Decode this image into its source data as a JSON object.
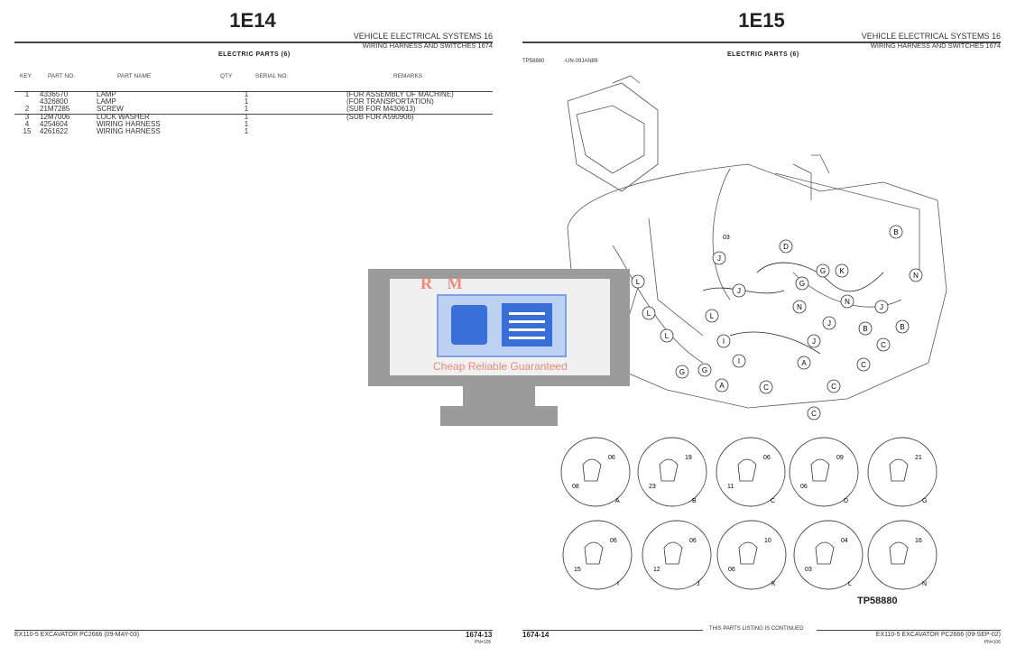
{
  "left_page": {
    "title": "1E14",
    "header_line1": "VEHICLE ELECTRICAL SYSTEMS   16",
    "header_line2": "WIRING HARNESS AND SWITCHES  1674",
    "section_title": "ELECTRIC PARTS (6)",
    "columns": [
      "KEY",
      "PART NO.",
      "PART NAME",
      "QTY",
      "SERIAL NO.",
      "REMARKS"
    ],
    "rows": [
      {
        "key": "1",
        "part_no": "4336570",
        "name": "LAMP",
        "qty": "1",
        "serial": "",
        "remarks": "(FOR ASSEMBLY OF MACHINE)"
      },
      {
        "key": "",
        "part_no": "4326800",
        "name": "LAMP",
        "qty": "1",
        "serial": "",
        "remarks": "(FOR TRANSPORTATION)"
      },
      {
        "key": "2",
        "part_no": "21M7285",
        "name": "SCREW",
        "qty": "1",
        "serial": "",
        "remarks": "(SUB FOR M430613)"
      },
      {
        "key": "3",
        "part_no": "12M7006",
        "name": "LOCK WASHER",
        "qty": "1",
        "serial": "",
        "remarks": "(SUB FOR A590906)"
      },
      {
        "key": "4",
        "part_no": "4254604",
        "name": "WIRING HARNESS",
        "qty": "1",
        "serial": "",
        "remarks": ""
      },
      {
        "key": "15",
        "part_no": "4261622",
        "name": "WIRING HARNESS",
        "qty": "1",
        "serial": "",
        "remarks": ""
      }
    ],
    "footer_left": "EX110-5 EXCAVATOR   PC2666     (09-MAY-03)",
    "footer_page": "1674-13",
    "footer_sub": "PN=105"
  },
  "right_page": {
    "title": "1E15",
    "header_line1": "VEHICLE ELECTRICAL SYSTEMS   16",
    "header_line2": "WIRING HARNESS AND SWITCHES  1674",
    "section_title": "ELECTRIC PARTS (6)",
    "figure_ref": "TP58880",
    "figure_date": "-UN-09JAN89",
    "figure_label": "TP58880",
    "main_callouts": [
      "L",
      "J",
      "D",
      "J",
      "N",
      "G",
      "K",
      "N",
      "L",
      "J",
      "C",
      "G",
      "N",
      "B",
      "J",
      "B",
      "L",
      "I",
      "L",
      "I",
      "G",
      "A",
      "C",
      "C",
      "C",
      "J",
      "G",
      "A",
      "C",
      "B"
    ],
    "callout_numbers": [
      "03"
    ],
    "details": [
      {
        "letter": "A",
        "parts": [
          "06",
          "08"
        ]
      },
      {
        "letter": "B",
        "parts": [
          "19",
          "23"
        ]
      },
      {
        "letter": "C",
        "parts": [
          "06",
          "11"
        ]
      },
      {
        "letter": "D",
        "parts": [
          "09",
          "06"
        ]
      },
      {
        "letter": "G",
        "parts": [
          "21"
        ]
      },
      {
        "letter": "I",
        "parts": [
          "06",
          "15"
        ]
      },
      {
        "letter": "J",
        "parts": [
          "06",
          "12"
        ]
      },
      {
        "letter": "K",
        "parts": [
          "10",
          "06"
        ]
      },
      {
        "letter": "L",
        "parts": [
          "04",
          "03"
        ]
      },
      {
        "letter": "N",
        "parts": [
          "16"
        ]
      }
    ],
    "continued_note": "THIS PARTS LISTING IS CONTINUED",
    "footer_page": "1674-14",
    "footer_right": "EX110-5 EXCAVATOR   PC2666     (09-SEP-02)",
    "footer_sub": "PN=106"
  },
  "watermark": {
    "logo_text": "R M",
    "tagline": "Cheap Reliable Guaranteed",
    "frame_color": "#9b9b9b",
    "accent_color": "#3a6fd8"
  }
}
